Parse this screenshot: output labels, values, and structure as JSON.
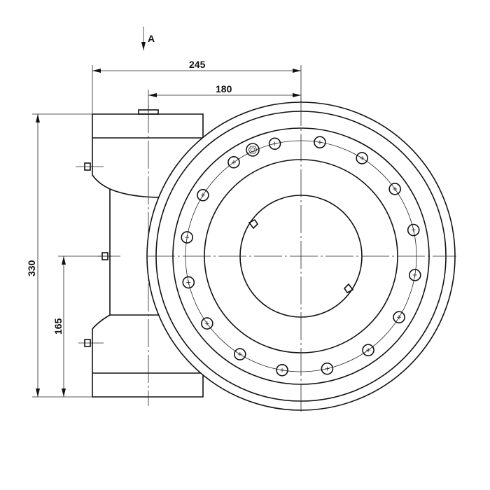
{
  "drawing": {
    "view_label": "A",
    "dimensions": {
      "overall_width": "245",
      "center_offset": "180",
      "overall_height": "330",
      "half_height": "165"
    },
    "bolt_hole_count": 16,
    "line_color": "#111111"
  }
}
